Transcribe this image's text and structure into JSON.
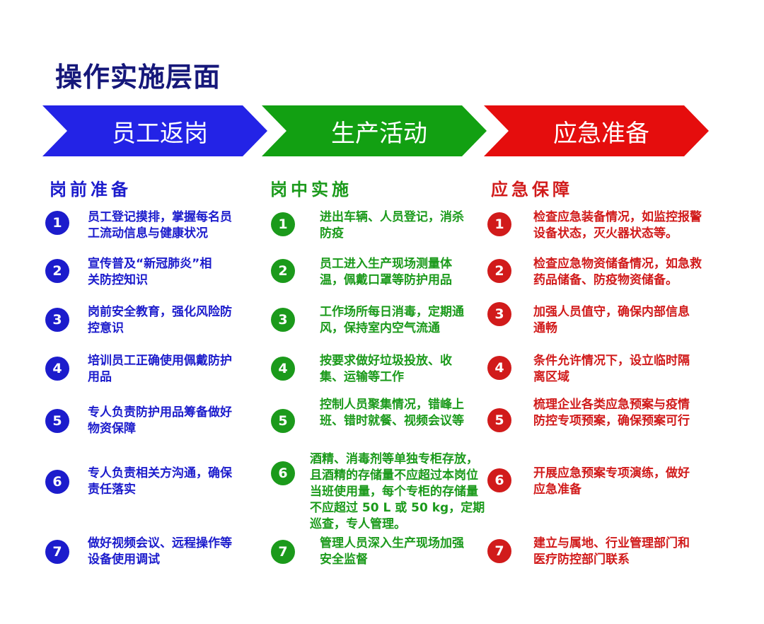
{
  "title": "操作实施层面",
  "colors": {
    "blue": "#1c1ccc",
    "green": "#1b9a1b",
    "red": "#d11b1b",
    "title": "#16187a"
  },
  "columns": [
    {
      "header": "员工返岗",
      "subtitle": "岗前准备",
      "items": [
        {
          "num": "1",
          "text": "员工登记摸排，掌握每名员工流动信息与健康状况"
        },
        {
          "num": "2",
          "text": "宣传普及“新冠肺炎”相关防控知识"
        },
        {
          "num": "3",
          "text": "岗前安全教育，强化风险防控意识"
        },
        {
          "num": "4",
          "text": "培训员工正确使用佩戴防护用品"
        },
        {
          "num": "5",
          "text": "专人负责防护用品筹备做好物资保障"
        },
        {
          "num": "6",
          "text": "专人负责相关方沟通，确保责任落实"
        },
        {
          "num": "7",
          "text": "做好视频会议、远程操作等设备使用调试"
        }
      ]
    },
    {
      "header": "生产活动",
      "subtitle": "岗中实施",
      "items": [
        {
          "num": "1",
          "text": "进出车辆、人员登记，消杀防疫"
        },
        {
          "num": "2",
          "text": "员工进入生产现场测量体温，佩戴口罩等防护用品"
        },
        {
          "num": "3",
          "text": "工作场所每日消毒，定期通风，保持室内空气流通"
        },
        {
          "num": "4",
          "text": "按要求做好垃圾投放、收集、运输等工作"
        },
        {
          "num": "5",
          "text": "控制人员聚集情况，错峰上班、错时就餐、视频会议等"
        },
        {
          "num": "6",
          "text": "酒精、消毒剂等单独专柜存放，且酒精的存储量不应超过本岗位当班使用量，每个专柜的存储量不应超过 50 L 或 50 kg，定期巡查，专人管理。"
        },
        {
          "num": "7",
          "text": "管理人员深入生产现场加强安全监督"
        }
      ]
    },
    {
      "header": "应急准备",
      "subtitle": "应急保障",
      "items": [
        {
          "num": "1",
          "text": "检查应急装备情况，如监控报警设备状态，灭火器状态等。"
        },
        {
          "num": "2",
          "text": "检查应急物资储备情况，如急救药品储备、防疫物资储备。"
        },
        {
          "num": "3",
          "text": "加强人员值守，确保内部信息通畅"
        },
        {
          "num": "4",
          "text": "条件允许情况下，设立临时隔离区域"
        },
        {
          "num": "5",
          "text": "梳理企业各类应急预案与疫情防控专项预案，确保预案可行"
        },
        {
          "num": "6",
          "text": "开展应急预案专项演练，做好应急准备"
        },
        {
          "num": "7",
          "text": "建立与属地、行业管理部门和医疗防控部门联系"
        }
      ]
    }
  ]
}
